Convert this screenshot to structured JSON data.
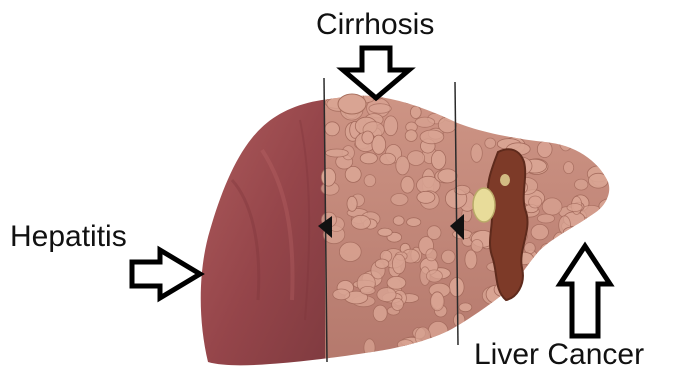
{
  "labels": {
    "cirrhosis": "Cirrhosis",
    "hepatitis": "Hepatitis",
    "liver_cancer": "Liver Cancer"
  },
  "icons": {
    "cirrhosis_pointer": "arrow-down-outline",
    "hepatitis_pointer": "arrow-right-outline",
    "cancer_pointer": "arrow-up-outline"
  },
  "colors": {
    "healthy_tissue": "#9a4a4c",
    "cirrhotic_tissue": "#c2877a",
    "nodule": "#d9a493",
    "tumor": "#7d3a28",
    "tumor_cyst": "#e8dc9a",
    "divider": "#2a2a2a",
    "label_text": "#111111"
  }
}
